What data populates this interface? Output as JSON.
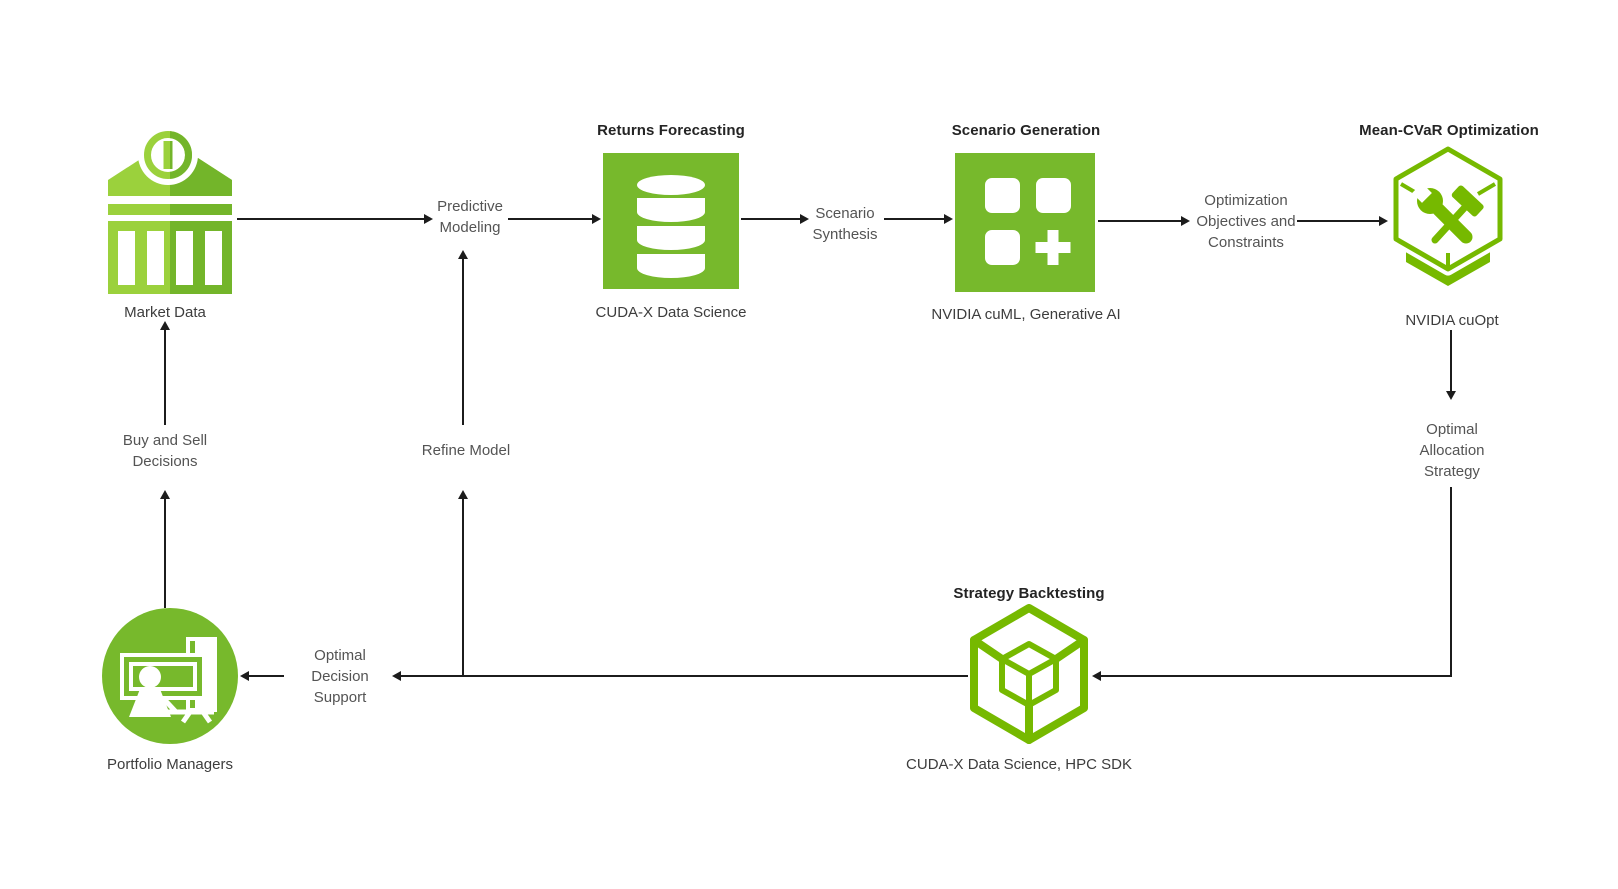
{
  "colors": {
    "nvidia_green": "#76b900",
    "green_fill": "#77b92c",
    "green_light": "#9bd13c",
    "green_dark": "#73b52a",
    "connector_black": "#1c1c1c",
    "title_ink": "#242424",
    "label_gray": "#545454",
    "caption_gray": "#3d3d3d"
  },
  "nodes": {
    "market_data": {
      "label": "Market Data",
      "icon": "bank-icon"
    },
    "returns_forecasting": {
      "title": "Returns Forecasting",
      "caption": "CUDA-X Data Science",
      "icon": "database-icon"
    },
    "scenario_generation": {
      "title": "Scenario Generation",
      "caption": "NVIDIA cuML, Generative AI",
      "icon": "grid-plus-icon"
    },
    "mean_cvar_optimization": {
      "title": "Mean-CVaR Optimization",
      "caption": "NVIDIA cuOpt",
      "icon": "hexagon-tools-icon"
    },
    "strategy_backtesting": {
      "title": "Strategy Backtesting",
      "caption": "CUDA-X Data Science, HPC SDK",
      "icon": "cube-icon"
    },
    "portfolio_managers": {
      "label": "Portfolio Managers",
      "icon": "presenter-icon"
    }
  },
  "edge_labels": {
    "predictive_modeling": "Predictive\nModeling",
    "scenario_synthesis": "Scenario\nSynthesis",
    "optimization_objectives": "Optimization\nObjectives and\nConstraints",
    "optimal_allocation": "Optimal\nAllocation\nStrategy",
    "refine_model": "Refine Model",
    "optimal_decision": "Optimal\nDecision\nSupport",
    "buy_sell": "Buy and Sell\nDecisions"
  }
}
